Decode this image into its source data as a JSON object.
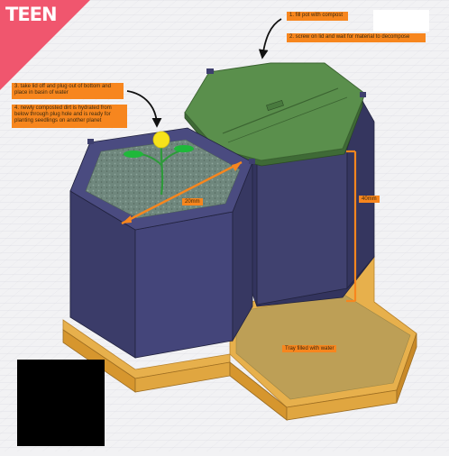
{
  "badge": {
    "text": "TEEN",
    "color": "#f0566e"
  },
  "notes": {
    "step1": "1. fill pot with compost",
    "step2": "2. screw on lid and wait for material to decompose",
    "step3": "3. take lid off and plug out of bottom and place in basin of water",
    "step4": "4. newly composted dirt is hydrated from below through plug hole and is ready for planting seedlings on another planet"
  },
  "dimensions": {
    "width_label": "20mm",
    "height_label": "40mm"
  },
  "tray_label": "Tray filled with water",
  "colors": {
    "pot": "#3e3f6e",
    "lid": "#5a8f4c",
    "tray": "#e0a640",
    "soil": "#6f877d",
    "note": "#f7861e",
    "grid": "#dcdce2"
  }
}
